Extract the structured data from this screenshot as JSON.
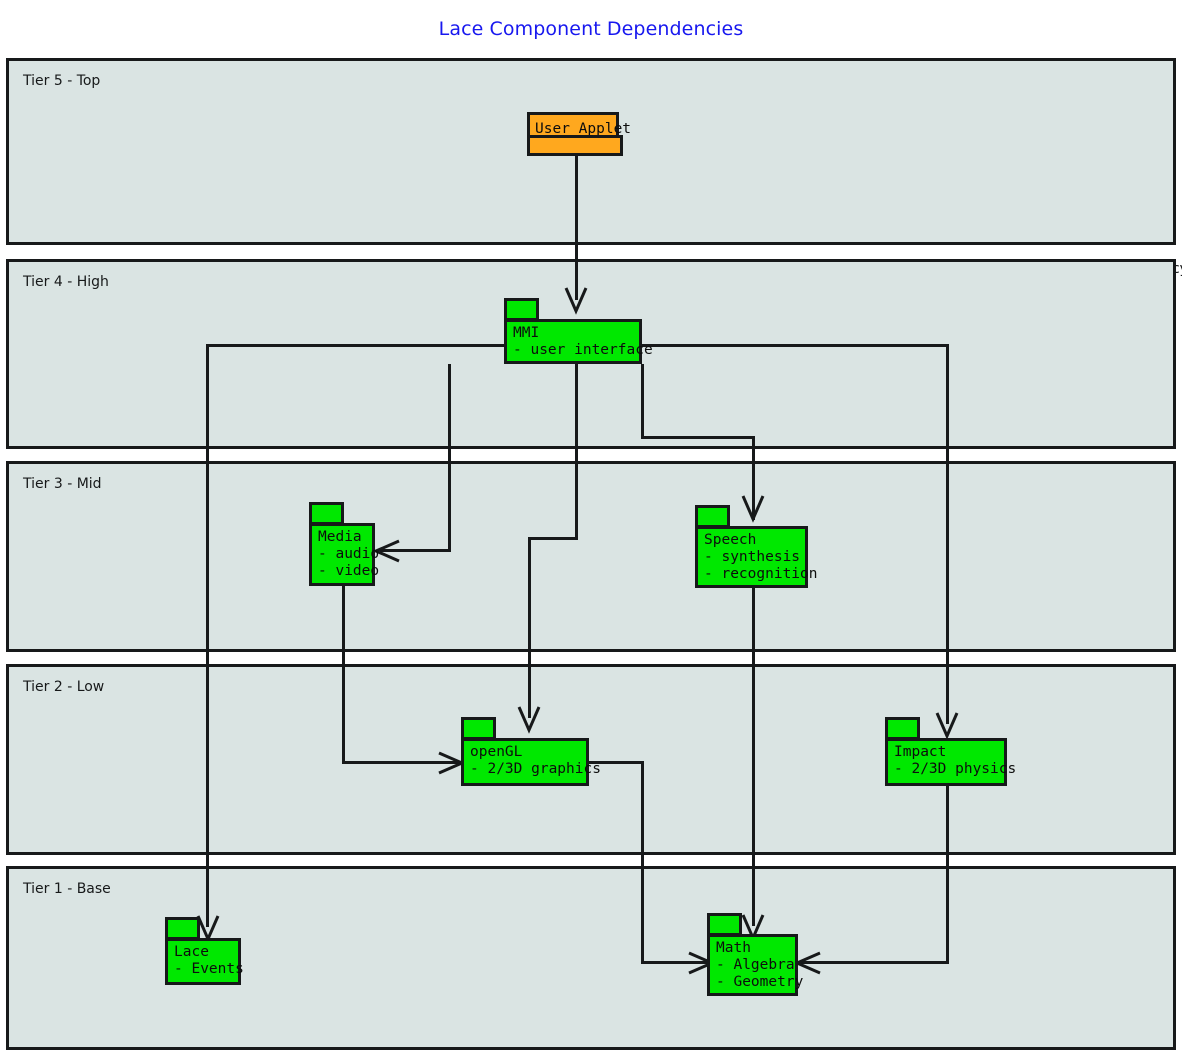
{
  "title": "Lace Component Dependencies",
  "title_color": "#1818ef",
  "note": "(Arrows indicate the direction of the dependency)",
  "colors": {
    "tier_fill": "#dae4e3",
    "stroke": "#17191a",
    "component_fill": "#00e800",
    "applet_fill": "#ffa81e"
  },
  "tiers": [
    {
      "id": "tier5",
      "label": "Tier 5 - Top"
    },
    {
      "id": "tier4",
      "label": "Tier 4 - High"
    },
    {
      "id": "tier3",
      "label": "Tier 3 - Mid"
    },
    {
      "id": "tier2",
      "label": "Tier 2 - Low"
    },
    {
      "id": "tier1",
      "label": "Tier 1 - Base"
    }
  ],
  "components": [
    {
      "id": "user-applet",
      "tier": "Tier 5 - Top",
      "name": "User Applet",
      "details": [],
      "style": "applet"
    },
    {
      "id": "mmi",
      "tier": "Tier 4 - High",
      "name": "MMI",
      "details": [
        "- user interface"
      ],
      "style": "component"
    },
    {
      "id": "media",
      "tier": "Tier 3 - Mid",
      "name": "Media",
      "details": [
        "- audio",
        "- video"
      ],
      "style": "component"
    },
    {
      "id": "speech",
      "tier": "Tier 3 - Mid",
      "name": "Speech",
      "details": [
        "- synthesis",
        "- recognition"
      ],
      "style": "component"
    },
    {
      "id": "opengl",
      "tier": "Tier 2 - Low",
      "name": "openGL",
      "details": [
        "- 2/3D graphics"
      ],
      "style": "component"
    },
    {
      "id": "impact",
      "tier": "Tier 2 - Low",
      "name": "Impact",
      "details": [
        "- 2/3D physics"
      ],
      "style": "component"
    },
    {
      "id": "lace",
      "tier": "Tier 1 - Base",
      "name": "Lace",
      "details": [
        "- Events"
      ],
      "style": "component"
    },
    {
      "id": "math",
      "tier": "Tier 1 - Base",
      "name": "Math",
      "details": [
        "- Algebra",
        "- Geometry"
      ],
      "style": "component"
    }
  ],
  "dependencies": [
    {
      "from": "User Applet",
      "to": "MMI"
    },
    {
      "from": "MMI",
      "to": "Media"
    },
    {
      "from": "MMI",
      "to": "Speech"
    },
    {
      "from": "MMI",
      "to": "openGL"
    },
    {
      "from": "MMI",
      "to": "Lace"
    },
    {
      "from": "MMI",
      "to": "Impact"
    },
    {
      "from": "Media",
      "to": "openGL"
    },
    {
      "from": "Speech",
      "to": "Math"
    },
    {
      "from": "openGL",
      "to": "Math"
    },
    {
      "from": "Impact",
      "to": "Math"
    }
  ]
}
